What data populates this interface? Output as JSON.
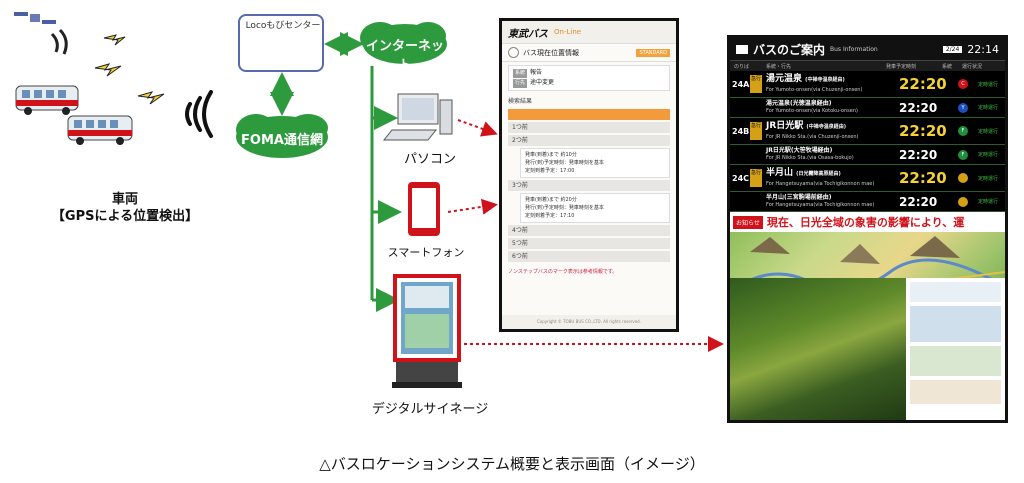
{
  "center": {
    "label": "Locoもびセンター"
  },
  "internet": {
    "label": "インターネット"
  },
  "foma": {
    "label": "FOMA通信網"
  },
  "vehicle": {
    "line1": "車両",
    "line2": "【GPSによる位置検出】"
  },
  "devices": {
    "pc": "パソコン",
    "smartphone": "スマートフォン",
    "signage": "デジタルサイネージ"
  },
  "phone_screen": {
    "logo": "東武バス",
    "logo_sub": "On-Line",
    "title": "バス現在位置情報",
    "badge": "STANDARD",
    "info_labels": [
      "系統",
      "行先"
    ],
    "info_values": [
      "報告",
      "途中変更"
    ],
    "section": "検索結果",
    "stops": [
      "1つ前",
      "2つ前",
      "3つ前",
      "4つ前",
      "5つ前",
      "6つ前"
    ],
    "card1": [
      "発車(到着)まで 約10分",
      "発行(到)予定時刻：発車時刻を基本",
      "定刻到着予定：17:00"
    ],
    "card2": [
      "発車(到着)まで 約20分",
      "発行(到)予定時刻：発車時刻を基本",
      "定刻到着予定：17:10"
    ],
    "note": "ノンステップバスのマーク表示は参考情報です。",
    "footer": "Copyright © TOBU BUS CO.,LTD. All rights reserved."
  },
  "signage_screen": {
    "title": "バスのご案内",
    "subtitle": "Bus Information",
    "date": "2/24",
    "time": "22:14",
    "columns": [
      "のりば",
      "系統・行先",
      "発車予定時刻",
      "系統",
      "運行状況"
    ],
    "rows": [
      {
        "platform": "24A",
        "kind": "急行",
        "dest": "湯元温泉",
        "dest_note": "(中禅寺温泉経由)",
        "dest_en": "For Yumoto-onsen(via Chuzenji-onsen)",
        "time": "22:20",
        "route": "C",
        "color": "#d0121b",
        "status": "定時運行"
      },
      {
        "platform": "",
        "kind": "",
        "dest": "湯元温泉(光徳温泉経由)",
        "dest_note": "",
        "dest_en": "For Yumoto-onsen(via Kotoku-onsen)",
        "time": "22:20",
        "route": "Y",
        "color": "#1f4fbf",
        "status": "定時運行"
      },
      {
        "platform": "24B",
        "kind": "急行",
        "dest": "JR日光駅",
        "dest_note": "(中禅寺温泉経由)",
        "dest_en": "For JR Nikko Sta.(via Chuzenji-onsen)",
        "time": "22:20",
        "route": "F",
        "color": "#1f8f3f",
        "status": "定時運行"
      },
      {
        "platform": "",
        "kind": "",
        "dest": "JR日光駅(大笹牧場経由)",
        "dest_note": "",
        "dest_en": "For JR Nikko Sta.(via Osasa-bokujo)",
        "time": "22:20",
        "route": "F",
        "color": "#1f8f3f",
        "status": "定時運行"
      },
      {
        "platform": "24C",
        "kind": "急行",
        "dest": "半月山",
        "dest_note": "(日光霧降高原経由)",
        "dest_en": "For Hangetsuyama(via Tochigikonnon mae)",
        "time": "22:20",
        "route": "",
        "color": "#d4a017",
        "status": "定時運行"
      },
      {
        "platform": "",
        "kind": "",
        "dest": "半月山(三宮駒場前経由)",
        "dest_note": "",
        "dest_en": "For Hangetsuyama(via Tochigikonnon mae)",
        "time": "22:20",
        "route": "",
        "color": "#d4a017",
        "status": "定時運行"
      }
    ],
    "alert_badge": "お知らせ",
    "alert_text": "現在、日光全域の象害の影響により、運"
  },
  "caption": "△バスロケーションシステム概要と表示画面（イメージ）",
  "colors": {
    "arrow_green": "#2e9a3e",
    "cloud_green": "#2e9a3e",
    "arrow_red": "#d0121b",
    "frame_red": "#d0121b",
    "center_border": "#5a6ab0"
  }
}
